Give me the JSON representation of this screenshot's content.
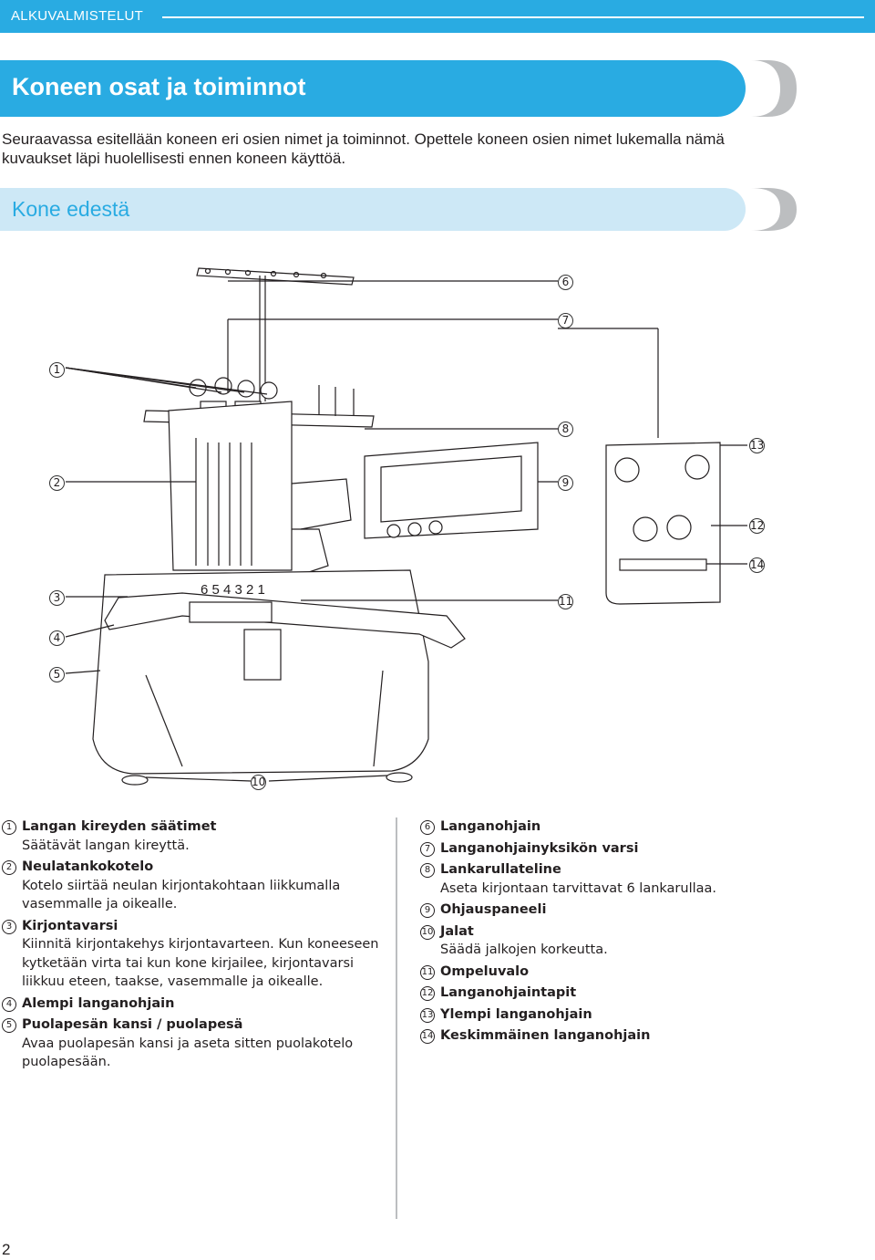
{
  "header": {
    "section": "ALKUVALMISTELUT"
  },
  "title": "Koneen osat ja toiminnot",
  "intro": "Seuraavassa esitellään koneen eri osien nimet ja toiminnot. Opettele koneen osien nimet lukemalla nämä kuvaukset läpi huolellisesti ennen koneen käyttöä.",
  "subtitle": "Kone edestä",
  "figure": {
    "needle_numbers": "6 5 4 3 2 1",
    "callouts": [
      "1",
      "2",
      "3",
      "4",
      "5",
      "6",
      "7",
      "8",
      "9",
      "10",
      "11",
      "12",
      "13",
      "14"
    ]
  },
  "legend_left": [
    {
      "num": "1",
      "term": "Langan kireyden säätimet",
      "desc": "Säätävät langan kireyttä."
    },
    {
      "num": "2",
      "term": "Neulatankokotelo",
      "desc": "Kotelo siirtää neulan kirjontakohtaan liikkumalla vasemmalle ja oikealle."
    },
    {
      "num": "3",
      "term": "Kirjontavarsi",
      "desc": "Kiinnitä kirjontakehys kirjontavarteen. Kun koneeseen kytketään virta tai kun kone kirjailee, kirjontavarsi liikkuu eteen, taakse, vasemmalle ja oikealle."
    },
    {
      "num": "4",
      "term": "Alempi langanohjain",
      "desc": ""
    },
    {
      "num": "5",
      "term": "Puolapesän kansi / puolapesä",
      "desc": "Avaa puolapesän kansi ja aseta sitten puolakotelo puolapesään."
    }
  ],
  "legend_right": [
    {
      "num": "6",
      "term": "Langanohjain",
      "desc": ""
    },
    {
      "num": "7",
      "term": "Langanohjainyksikön varsi",
      "desc": ""
    },
    {
      "num": "8",
      "term": "Lankarullateline",
      "desc": "Aseta kirjontaan tarvittavat 6 lankarullaa."
    },
    {
      "num": "9",
      "term": "Ohjauspaneeli",
      "desc": ""
    },
    {
      "num": "10",
      "term": "Jalat",
      "desc": "Säädä jalkojen korkeutta."
    },
    {
      "num": "11",
      "term": "Ompeluvalo",
      "desc": ""
    },
    {
      "num": "12",
      "term": "Langanohjaintapit",
      "desc": ""
    },
    {
      "num": "13",
      "term": "Ylempi langanohjain",
      "desc": ""
    },
    {
      "num": "14",
      "term": "Keskimmäinen langanohjain",
      "desc": ""
    }
  ],
  "page_number": "2",
  "colors": {
    "accent": "#29abe2",
    "accent_light": "#cde8f6",
    "chevron": "#bcbec0"
  }
}
